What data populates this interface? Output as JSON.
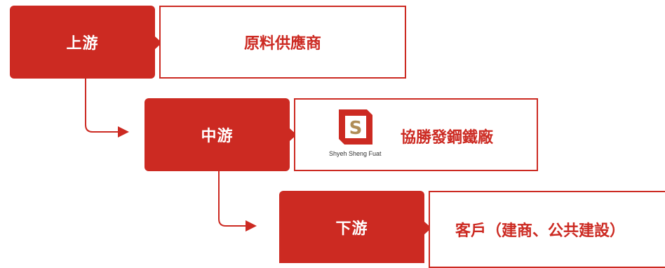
{
  "colors": {
    "accent": "#cc2a22",
    "logo_gold": "#b08d57",
    "background": "#ffffff"
  },
  "stages": [
    {
      "label": "上游",
      "entity": "原料供應商"
    },
    {
      "label": "中游",
      "entity": "協勝發鋼鐵廠",
      "logo_letter": "S",
      "logo_caption": "Shyeh Sheng Fuat"
    },
    {
      "label": "下游",
      "entity": "客戶（建商、公共建設）"
    }
  ]
}
